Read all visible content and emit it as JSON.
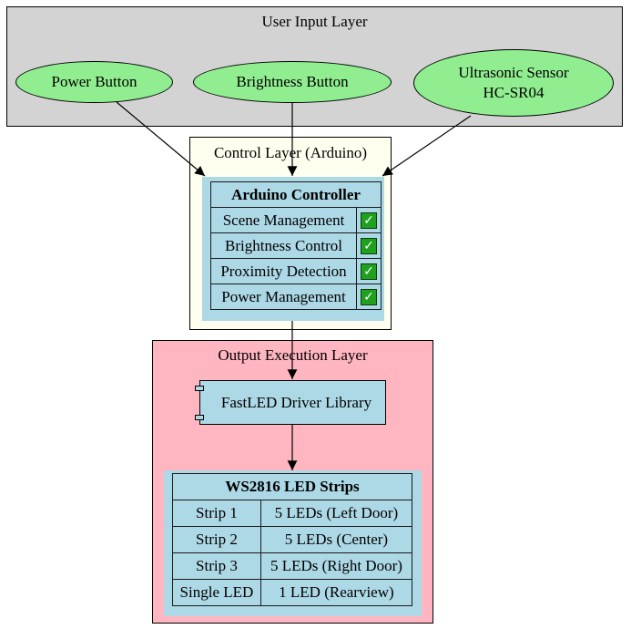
{
  "clusters": {
    "input": {
      "label": "User Input Layer",
      "fill": "#d3d3d3"
    },
    "control": {
      "label": "Control Layer (Arduino)",
      "fill": "#fffff0"
    },
    "output": {
      "label": "Output Execution Layer",
      "fill": "#ffb6c1"
    }
  },
  "nodes": {
    "power_button": {
      "label": "Power Button"
    },
    "brightness_button": {
      "label": "Brightness Button"
    },
    "ultrasonic": {
      "line1": "Ultrasonic Sensor",
      "line2": "HC-SR04"
    },
    "controller": {
      "title": "Arduino Controller",
      "features": [
        "Scene Management",
        "Brightness Control",
        "Proximity Detection",
        "Power Management"
      ],
      "check_icon": "checkmark-icon"
    },
    "fastled": {
      "label": "FastLED Driver Library"
    },
    "led_strips": {
      "title": "WS2816 LED Strips",
      "rows": [
        {
          "name": "Strip 1",
          "desc": "5 LEDs (Left Door)"
        },
        {
          "name": "Strip 2",
          "desc": "5 LEDs (Center)"
        },
        {
          "name": "Strip 3",
          "desc": "5 LEDs (Right Door)"
        },
        {
          "name": "Single LED",
          "desc": "1 LED (Rearview)"
        }
      ]
    }
  },
  "colors": {
    "ellipse_fill": "#90ee90",
    "record_fill": "#add8e6",
    "check_fill": "#1fa11f"
  }
}
